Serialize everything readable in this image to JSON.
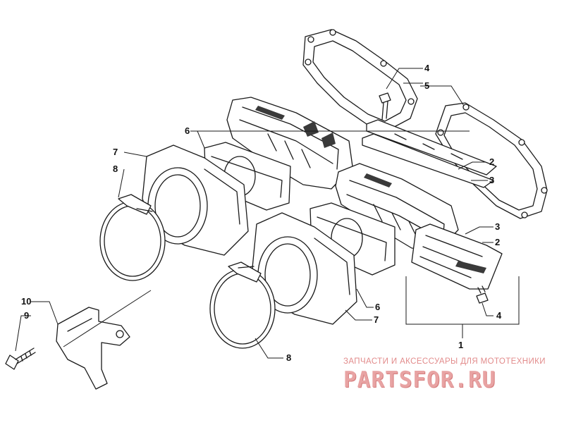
{
  "callouts": {
    "c1": "1",
    "c2a": "2",
    "c2b": "2",
    "c3a": "3",
    "c3b": "3",
    "c4a": "4",
    "c4b": "4",
    "c5": "5",
    "c6a": "6",
    "c6b": "6",
    "c7a": "7",
    "c7b": "7",
    "c8a": "8",
    "c8b": "8",
    "c9": "9",
    "c10": "10"
  },
  "watermark": {
    "caption": "ЗАПЧАСТИ И АКСЕССУАРЫ ДЛЯ МОТОТЕХНИКИ",
    "logo": "PARTSFOR.RU"
  }
}
